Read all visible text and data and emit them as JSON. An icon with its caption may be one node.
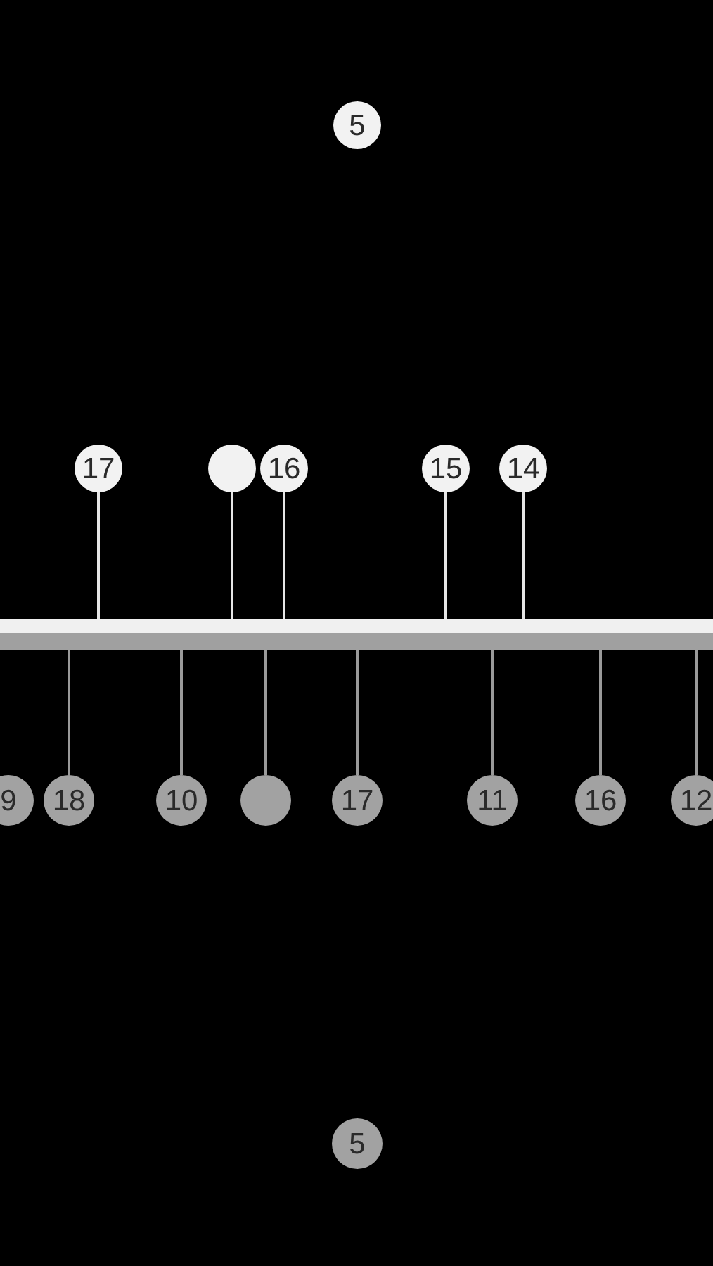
{
  "diagram": {
    "nodes": [
      {
        "text": [
          "5"
        ]
      },
      {
        "text": [
          "17"
        ]
      },
      {
        "text": [],
        "shape": "circle"
      },
      {
        "text": [
          "16"
        ]
      },
      {
        "text": [
          "15"
        ]
      },
      {
        "text": [
          "14"
        ]
      },
      {
        "text": [],
        "shape": "bar"
      },
      {
        "text": [],
        "shape": "bar"
      },
      {
        "text": [
          "9"
        ]
      },
      {
        "text": [
          "18"
        ]
      },
      {
        "text": [
          "10"
        ]
      },
      {
        "text": [],
        "shape": "circle"
      },
      {
        "text": [
          "17"
        ]
      },
      {
        "text": [
          "11"
        ]
      },
      {
        "text": [
          "16"
        ]
      },
      {
        "text": [
          "12"
        ]
      },
      {
        "text": [
          "5"
        ]
      }
    ],
    "edges": [
      {
        "from": 1,
        "to": 6,
        "arrow": "none"
      },
      {
        "from": 2,
        "to": 6,
        "arrow": "none"
      },
      {
        "from": 3,
        "to": 6,
        "arrow": "none"
      },
      {
        "from": 4,
        "to": 6,
        "arrow": "none"
      },
      {
        "from": 5,
        "to": 6,
        "arrow": "none"
      },
      {
        "from": 9,
        "to": 7,
        "arrow": "none"
      },
      {
        "from": 10,
        "to": 7,
        "arrow": "none"
      },
      {
        "from": 11,
        "to": 7,
        "arrow": "none"
      },
      {
        "from": 12,
        "to": 7,
        "arrow": "none"
      },
      {
        "from": 13,
        "to": 7,
        "arrow": "none"
      },
      {
        "from": 14,
        "to": 7,
        "arrow": "none"
      },
      {
        "from": 15,
        "to": 7,
        "arrow": "none"
      }
    ]
  }
}
